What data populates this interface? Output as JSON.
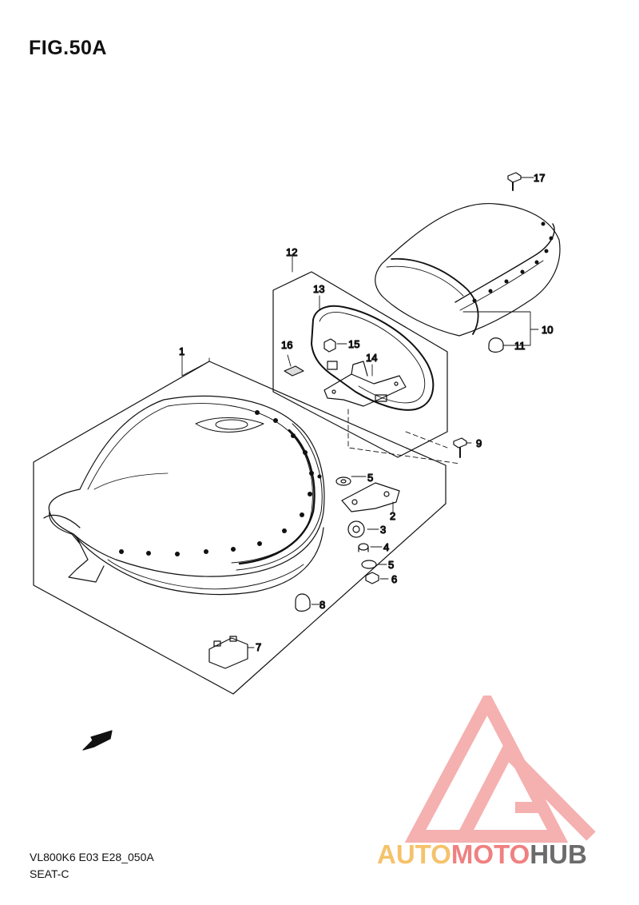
{
  "figure": {
    "title": "FIG.50A",
    "drawing_code": "VL800K6 E03 E28_050A",
    "section_name": "SEAT-C"
  },
  "callouts": {
    "p1": "1",
    "p2": "2",
    "p3": "3",
    "p4": "4",
    "p5a": "5",
    "p5b": "5",
    "p6": "6",
    "p7": "7",
    "p8": "8",
    "p9": "9",
    "p10": "10",
    "p11": "11",
    "p12": "12",
    "p13": "13",
    "p14": "14",
    "p15": "15",
    "p16": "16",
    "p17": "17"
  },
  "direction_marker": {
    "label": "FWD",
    "icon": "forward-arrow-icon"
  },
  "watermark": {
    "part1": "AUTO",
    "part2": "MOTO",
    "part3": "HUB",
    "colors": {
      "auto": "#f5c26b",
      "moto": "#f08080",
      "hub": "#6b6b6b",
      "triangle": "#f4a3a3"
    }
  }
}
